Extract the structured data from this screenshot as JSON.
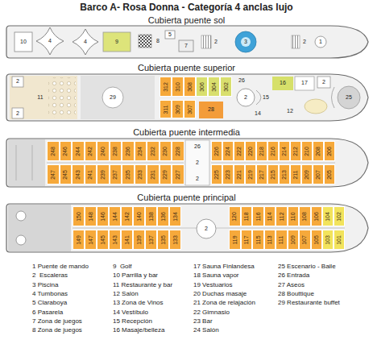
{
  "diagram": {
    "title": "Barco A- Rosa Donna - Categoría 4 anclas lujo",
    "nodes": [
      {
        "text": [
          "Cubierta puente sol"
        ]
      },
      {
        "text": [
          "Cubierta puente superior"
        ]
      },
      {
        "text": [
          "312"
        ],
        "in": 1
      },
      {
        "text": [
          "310"
        ],
        "in": 1
      },
      {
        "text": [
          "308"
        ],
        "in": 1
      },
      {
        "text": [
          "306"
        ],
        "in": 1
      },
      {
        "text": [
          "304"
        ],
        "in": 1
      },
      {
        "text": [
          "302"
        ],
        "in": 1
      },
      {
        "text": [
          "311"
        ],
        "in": 1
      },
      {
        "text": [
          "309"
        ],
        "in": 1
      },
      {
        "text": [
          "307"
        ],
        "in": 1
      },
      {
        "text": [
          "Cubierta puente intermedia"
        ]
      },
      {
        "text": [
          "248"
        ],
        "in": 11
      },
      {
        "text": [
          "246"
        ],
        "in": 11
      },
      {
        "text": [
          "244"
        ],
        "in": 11
      },
      {
        "text": [
          "242"
        ],
        "in": 11
      },
      {
        "text": [
          "240"
        ],
        "in": 11
      },
      {
        "text": [
          "238"
        ],
        "in": 11
      },
      {
        "text": [
          "236"
        ],
        "in": 11
      },
      {
        "text": [
          "234"
        ],
        "in": 11
      },
      {
        "text": [
          "232"
        ],
        "in": 11
      },
      {
        "text": [
          "230"
        ],
        "in": 11
      },
      {
        "text": [
          "228"
        ],
        "in": 11
      },
      {
        "text": [
          "226"
        ],
        "in": 11
      },
      {
        "text": [
          "224"
        ],
        "in": 11
      },
      {
        "text": [
          "222"
        ],
        "in": 11
      },
      {
        "text": [
          "220"
        ],
        "in": 11
      },
      {
        "text": [
          "218"
        ],
        "in": 11
      },
      {
        "text": [
          "216"
        ],
        "in": 11
      },
      {
        "text": [
          "214"
        ],
        "in": 11
      },
      {
        "text": [
          "212"
        ],
        "in": 11
      },
      {
        "text": [
          "210"
        ],
        "in": 11
      },
      {
        "text": [
          "208"
        ],
        "in": 11
      },
      {
        "text": [
          "206"
        ],
        "in": 11
      },
      {
        "text": [
          "247"
        ],
        "in": 11
      },
      {
        "text": [
          "245"
        ],
        "in": 11
      },
      {
        "text": [
          "243"
        ],
        "in": 11
      },
      {
        "text": [
          "241"
        ],
        "in": 11
      },
      {
        "text": [
          "239"
        ],
        "in": 11
      },
      {
        "text": [
          "237"
        ],
        "in": 11
      },
      {
        "text": [
          "235"
        ],
        "in": 11
      },
      {
        "text": [
          "233"
        ],
        "in": 11
      },
      {
        "text": [
          "231"
        ],
        "in": 11
      },
      {
        "text": [
          "229"
        ],
        "in": 11
      },
      {
        "text": [
          "227"
        ],
        "in": 11
      },
      {
        "text": [
          "225"
        ],
        "in": 11
      },
      {
        "text": [
          "223"
        ],
        "in": 11
      },
      {
        "text": [
          "221"
        ],
        "in": 11
      },
      {
        "text": [
          "219"
        ],
        "in": 11
      },
      {
        "text": [
          "217"
        ],
        "in": 11
      },
      {
        "text": [
          "215"
        ],
        "in": 11
      },
      {
        "text": [
          "213"
        ],
        "in": 11
      },
      {
        "text": [
          "211"
        ],
        "in": 11
      },
      {
        "text": [
          "209"
        ],
        "in": 11
      },
      {
        "text": [
          "207"
        ],
        "in": 11
      },
      {
        "text": [
          "205"
        ],
        "in": 11
      },
      {
        "text": [
          "Cubierta puente principal"
        ]
      },
      {
        "text": [
          "150"
        ],
        "in": 56
      },
      {
        "text": [
          "148"
        ],
        "in": 56
      },
      {
        "text": [
          "146"
        ],
        "in": 56
      },
      {
        "text": [
          "144"
        ],
        "in": 56
      },
      {
        "text": [
          "142"
        ],
        "in": 56
      },
      {
        "text": [
          "140"
        ],
        "in": 56
      },
      {
        "text": [
          "138"
        ],
        "in": 56
      },
      {
        "text": [
          "136"
        ],
        "in": 56
      },
      {
        "text": [
          "134"
        ],
        "in": 56
      },
      {
        "text": [
          "120"
        ],
        "in": 56
      },
      {
        "text": [
          "118"
        ],
        "in": 56
      },
      {
        "text": [
          "116"
        ],
        "in": 56
      },
      {
        "text": [
          "114"
        ],
        "in": 56
      },
      {
        "text": [
          "112"
        ],
        "in": 56
      },
      {
        "text": [
          "110"
        ],
        "in": 56
      },
      {
        "text": [
          "108"
        ],
        "in": 56
      },
      {
        "text": [
          "106"
        ],
        "in": 56
      },
      {
        "text": [
          "104"
        ],
        "in": 56
      },
      {
        "text": [
          "102"
        ],
        "in": 56
      },
      {
        "text": [
          "149"
        ],
        "in": 56
      },
      {
        "text": [
          "147"
        ],
        "in": 56
      },
      {
        "text": [
          "145"
        ],
        "in": 56
      },
      {
        "text": [
          "143"
        ],
        "in": 56
      },
      {
        "text": [
          "141"
        ],
        "in": 56
      },
      {
        "text": [
          "139"
        ],
        "in": 56
      },
      {
        "text": [
          "137"
        ],
        "in": 56
      },
      {
        "text": [
          "135"
        ],
        "in": 56
      },
      {
        "text": [
          "133"
        ],
        "in": 56
      },
      {
        "text": [
          "119"
        ],
        "in": 56
      },
      {
        "text": [
          "117"
        ],
        "in": 56
      },
      {
        "text": [
          "115"
        ],
        "in": 56
      },
      {
        "text": [
          "113"
        ],
        "in": 56
      },
      {
        "text": [
          "111"
        ],
        "in": 56
      },
      {
        "text": [
          "109"
        ],
        "in": 56
      },
      {
        "text": [
          "107"
        ],
        "in": 56
      },
      {
        "text": [
          "105"
        ],
        "in": 56
      },
      {
        "text": [
          "103"
        ],
        "in": 56
      },
      {
        "text": [
          "101"
        ],
        "in": 56
      }
    ],
    "labels": [
      "10",
      "4",
      "4",
      "9",
      "8",
      "5",
      "7",
      "2",
      "3",
      "2",
      "1",
      "2",
      "11",
      "2",
      "29",
      "28",
      "26",
      "2",
      "14",
      "15",
      "16",
      "17",
      "12",
      "2",
      "25",
      "26",
      "2",
      "2",
      "2",
      "1 Puente de mando",
      "2  Escaleras",
      "3 Piscina",
      "4 Tumbonas",
      "5 Claraboya",
      "6 Pasarela",
      "7 Zona de juegos",
      "8 Zona de juegos",
      "9  Golf",
      "10 Parrilla y bar",
      "11 Restaurante y bar",
      "12 Salón",
      "13 Zona de Vinos",
      "14 Vestíbulo",
      "15 Recepción",
      "16 Masaje/belleza",
      "17 Sauna Finlandesa",
      "18 Sauna vapor",
      "19 Vestuarios",
      "20 Duchas masaje",
      "21 Zona de relajación",
      "22 Gimnasio",
      "23 Bar",
      "24 Salón",
      "25 Escenario - Baile",
      "26 Entrada",
      "27 Aseos",
      "28 Bouttique",
      "29 Restaurante buffet"
    ]
  }
}
